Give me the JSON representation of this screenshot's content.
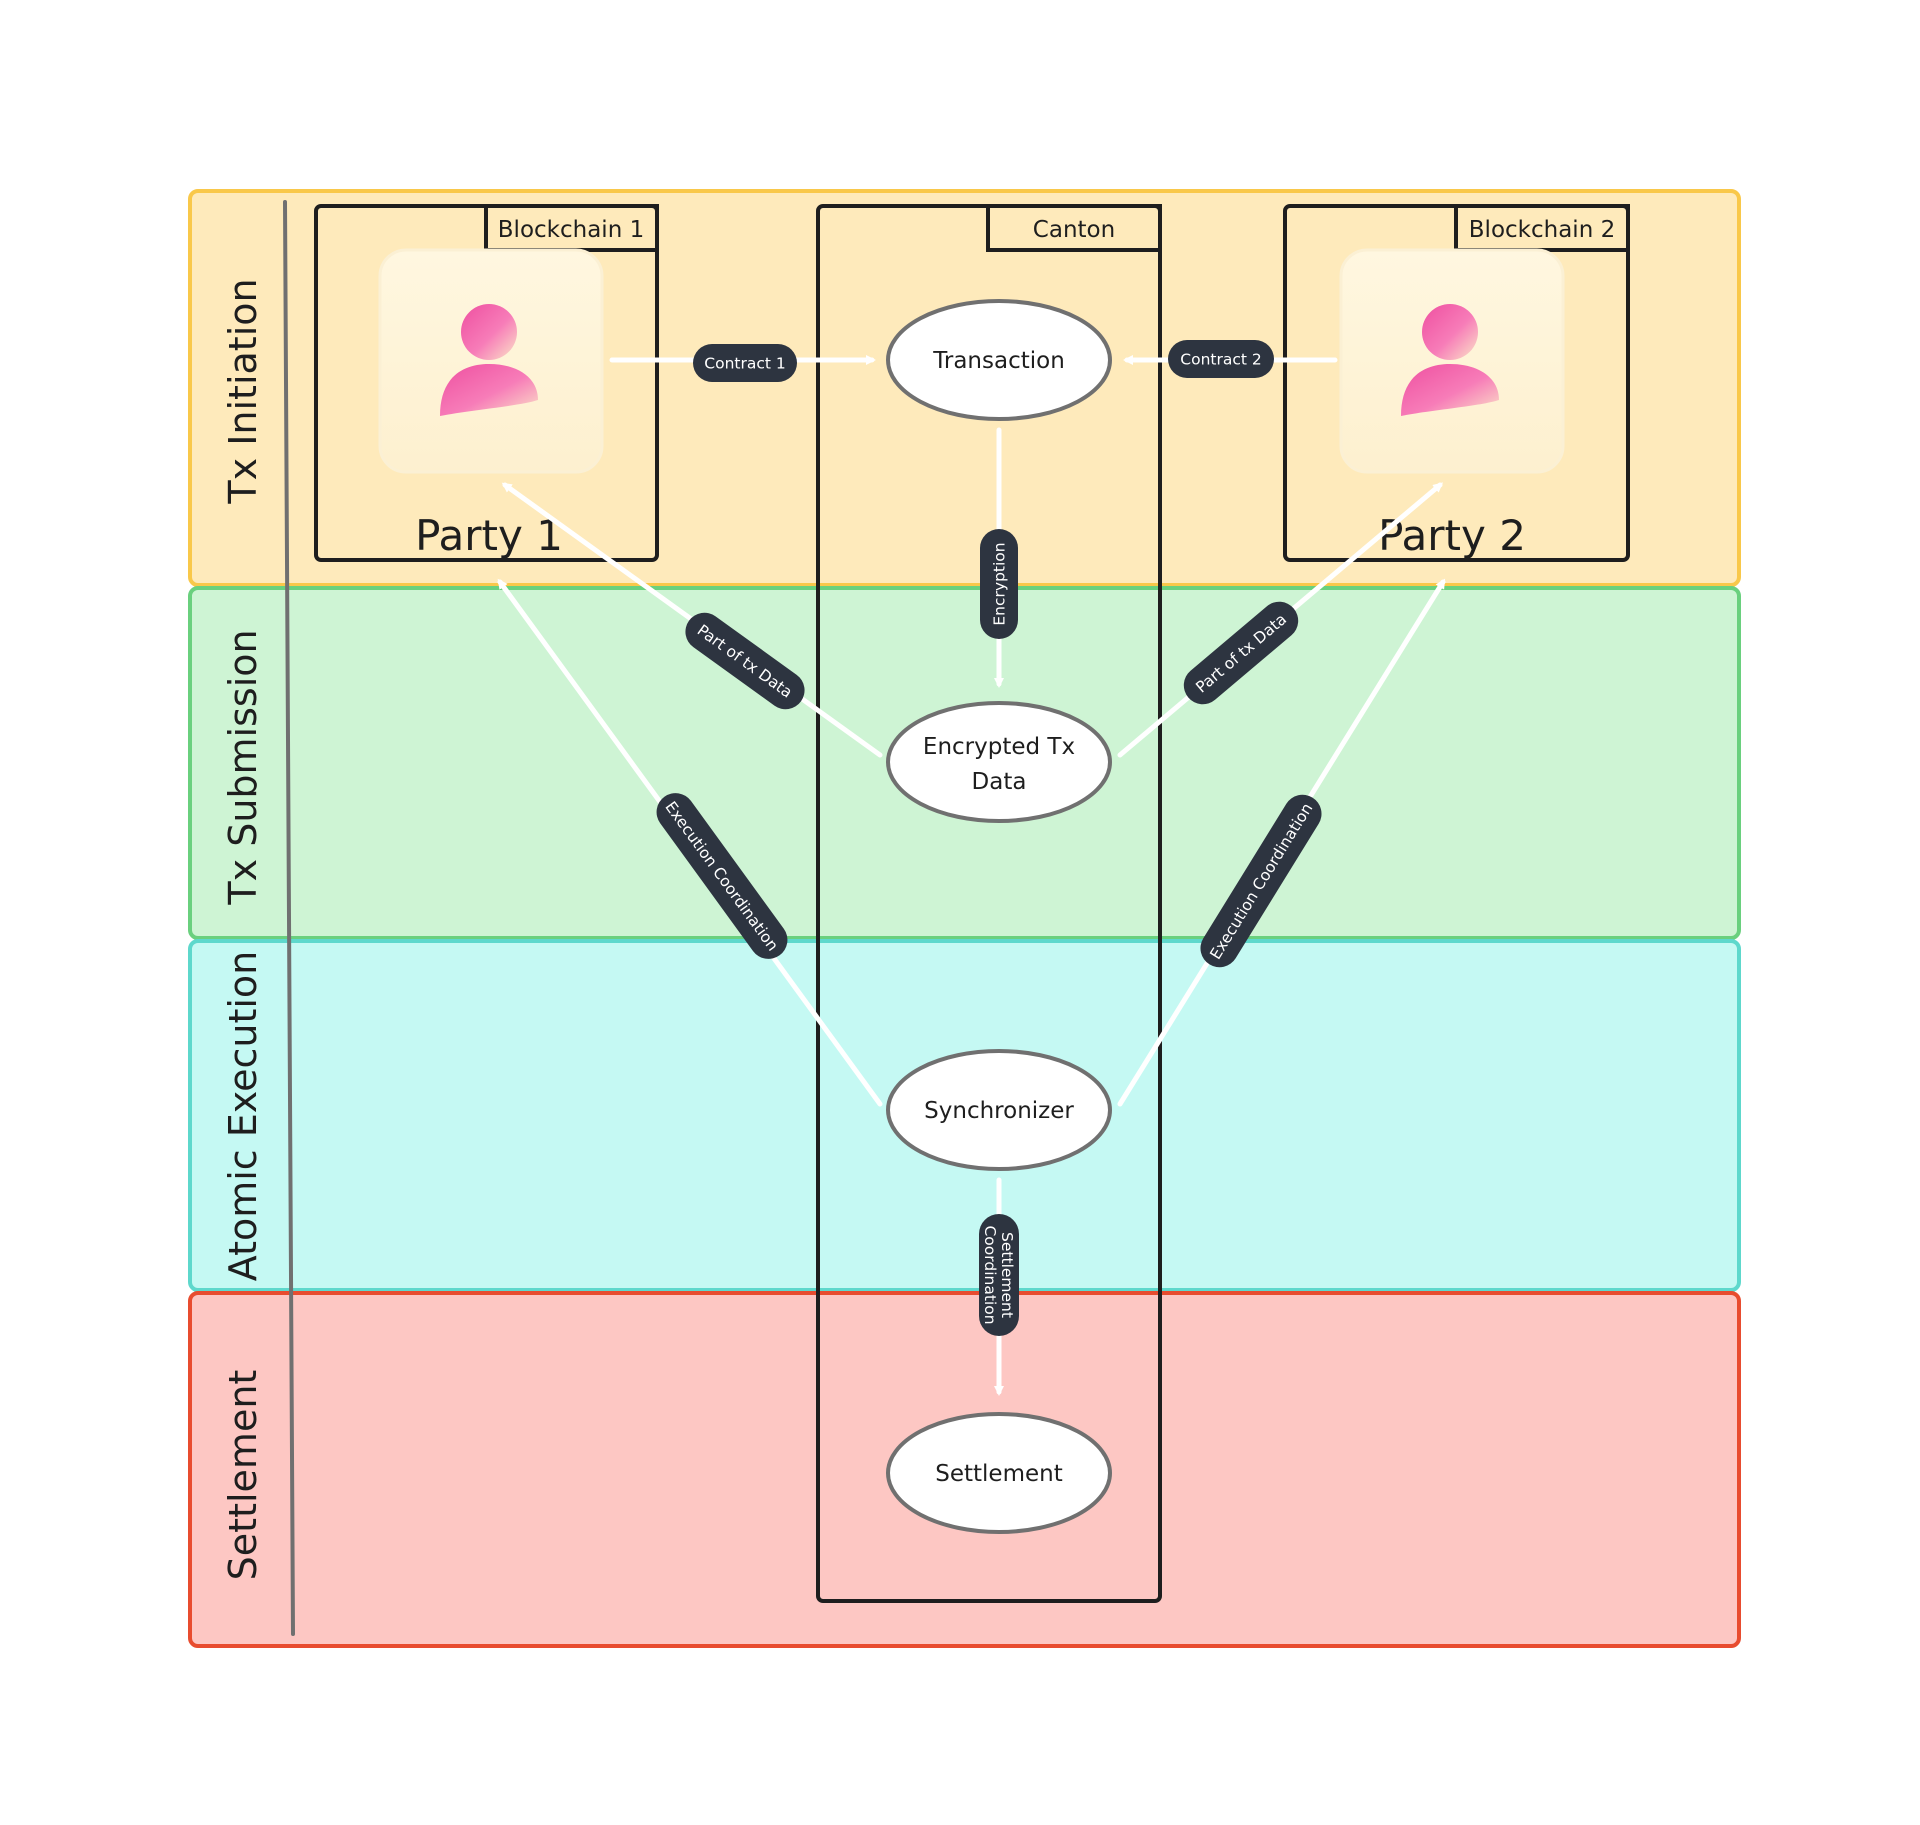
{
  "lanes": [
    {
      "label": "Tx Initiation",
      "fill": "#feeabb",
      "stroke": "#f9c84a"
    },
    {
      "label": "Tx Submission",
      "fill": "#cef4d4",
      "stroke": "#6ad07e"
    },
    {
      "label": "Atomic Execution",
      "fill": "#c5f9f3",
      "stroke": "#5ed8cc"
    },
    {
      "label": "Settlement",
      "fill": "#fdc7c3",
      "stroke": "#e84c2f"
    }
  ],
  "containers": {
    "blockchain1": "Blockchain 1",
    "canton": "Canton",
    "blockchain2": "Blockchain 2"
  },
  "parties": {
    "party1": "Party 1",
    "party2": "Party 2"
  },
  "nodes": {
    "transaction": "Transaction",
    "encrypted": [
      "Encrypted Tx",
      "Data"
    ],
    "synchronizer": "Synchronizer",
    "settlement": "Settlement"
  },
  "edge_labels": {
    "contract1": "Contract 1",
    "contract2": "Contract 2",
    "encryption": "Encryption",
    "part_left": "Part of tx Data",
    "part_right": "Part of tx Data",
    "exec_left": "Execution Coordination",
    "exec_right": "Execution Coordination",
    "settle": [
      "Settlement",
      "Coordination"
    ]
  },
  "colors": {
    "pill": "#2d3440",
    "arrow": "#ffffff",
    "avatar": "#ee4fa0",
    "node_stroke": "#707070",
    "frame": "#1e1e1e"
  },
  "icons": {
    "party": "person-icon"
  }
}
